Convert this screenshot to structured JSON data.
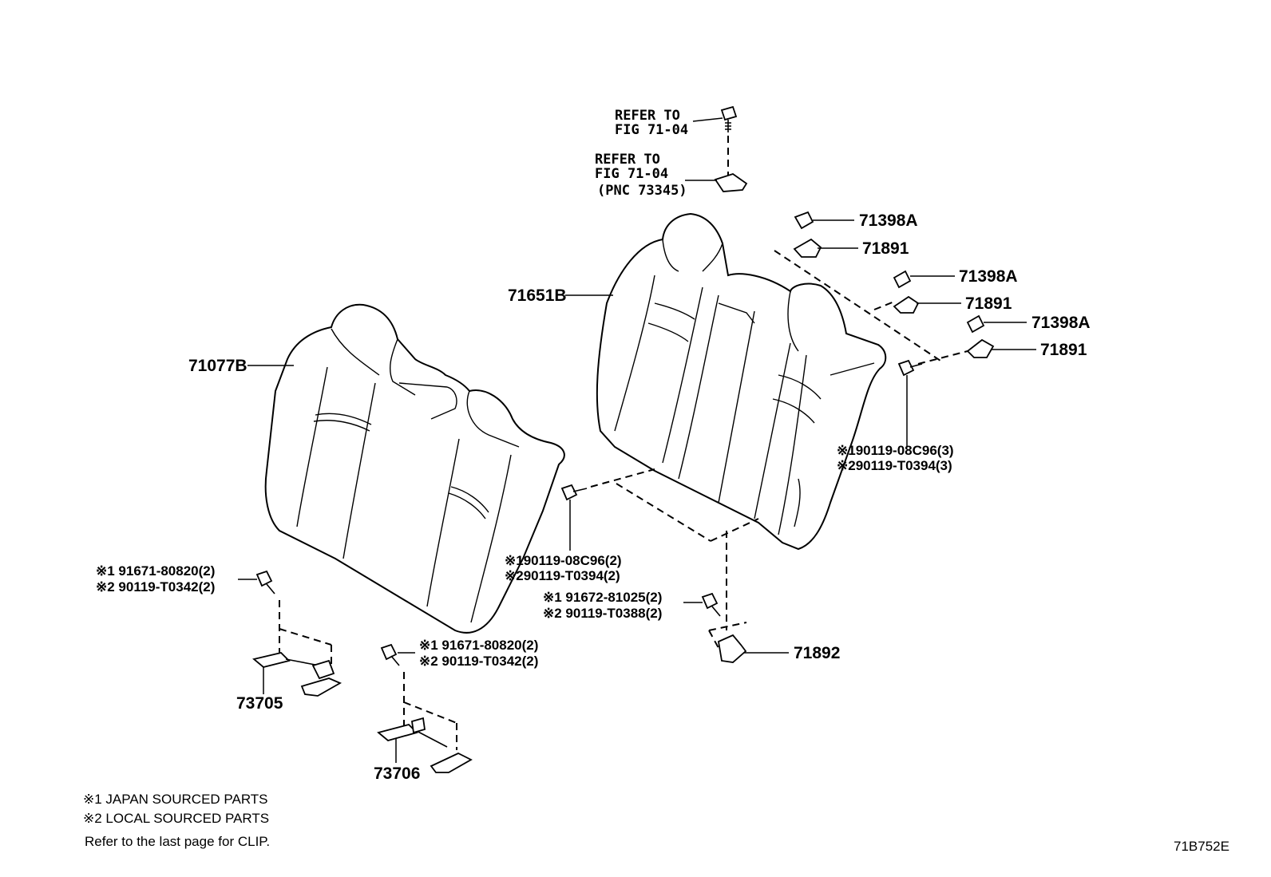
{
  "labels": {
    "p71077b": "71077B",
    "p71651b": "71651B",
    "p71398a_1": "71398A",
    "p71891_1": "71891",
    "p71398a_2": "71398A",
    "p71891_2": "71891",
    "p71398a_3": "71398A",
    "p71891_3": "71891",
    "p71892": "71892",
    "p73705": "73705",
    "p73706": "73706"
  },
  "refs": {
    "refer_top_line1": "REFER TO",
    "refer_top_line2": "FIG 71-04",
    "refer_mid_line1": "REFER TO",
    "refer_mid_line2": "FIG 71-04",
    "refer_mid_pnc": "(PNC 73345)"
  },
  "bolt_callouts": {
    "right_upper_1": "※190119-08C96(3)",
    "right_upper_2": "※290119-T0394(3)",
    "center_1": "※190119-08C96(2)",
    "center_2": "※290119-T0394(2)",
    "center_lower_1": "※1 91672-81025(2)",
    "center_lower_2": "※2 90119-T0388(2)",
    "left_1": "※1 91671-80820(2)",
    "left_2": "※2 90119-T0342(2)",
    "mid_left_1": "※1 91671-80820(2)",
    "mid_left_2": "※2 90119-T0342(2)"
  },
  "notes": {
    "note1": "※1 JAPAN SOURCED PARTS",
    "note2": "※2 LOCAL SOURCED PARTS",
    "clip": "Refer to the last page for CLIP."
  },
  "figure_code": "71B752E"
}
